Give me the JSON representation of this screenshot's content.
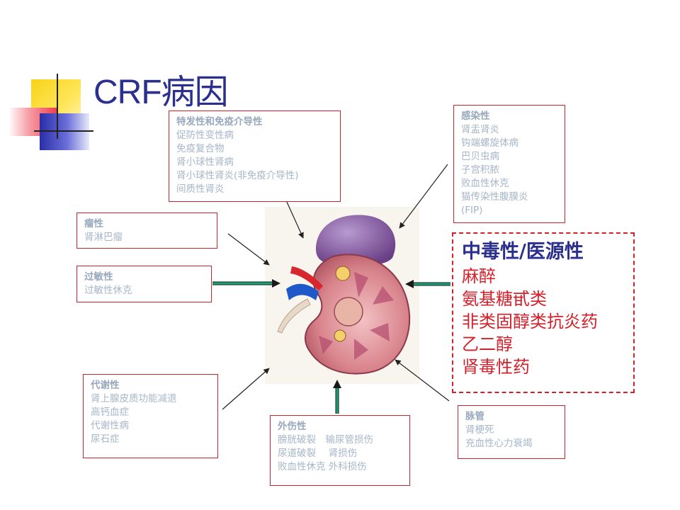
{
  "title": "CRF病因",
  "boxes": {
    "idiopathic": {
      "heading": "特发性和免疫介导性",
      "items": [
        "促防性变性病",
        "免疫复合物",
        "肾小球性肾病",
        "肾小球性肾炎(非免疫介导性)",
        "间质性肾炎"
      ]
    },
    "infectious": {
      "heading": "感染性",
      "items": [
        "肾盂肾炎",
        "钩端螺旋体病",
        "巴贝虫病",
        "子宫积脓",
        "败血性休克",
        "猫传染性腹膜炎",
        "(FIP)"
      ]
    },
    "tumor": {
      "heading": "瘤性",
      "items": [
        "肾淋巴瘤"
      ]
    },
    "allergic": {
      "heading": "过敏性",
      "items": [
        "过敏性休克"
      ]
    },
    "metabolic": {
      "heading": "代谢性",
      "items": [
        "肾上腺皮质功能减退",
        "高钙血症",
        "代谢性病",
        "尿石症"
      ]
    },
    "trauma": {
      "heading": "外伤性",
      "items": [
        "膀胱破裂　输尿管损伤",
        "尿道破裂　 肾损伤",
        "败血性休克 外科损伤"
      ]
    },
    "vascular": {
      "heading": "脉管",
      "items": [
        "肾梗死",
        "充血性心力衰竭"
      ]
    },
    "toxic": {
      "heading": "中毒性/医源性",
      "items": [
        "麻醉",
        "氨基糖甙类",
        "非类固醇类抗炎药",
        "乙二醇",
        "肾毒性药"
      ]
    }
  },
  "colors": {
    "title": "#2b2f8e",
    "box_border": "#c8262c",
    "box_text": "#a6b6c8",
    "toxic_text": "#d4202a",
    "arrow_green": "#1aa37a"
  }
}
